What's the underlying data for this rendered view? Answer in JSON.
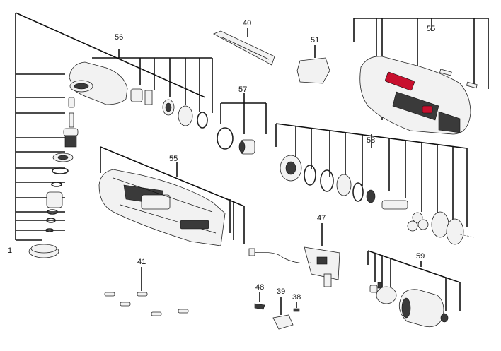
{
  "callouts": {
    "c1": "1",
    "c56": "56",
    "c40": "40",
    "c51": "51",
    "c55_top": "55",
    "c57": "57",
    "c58": "58",
    "c55_mid": "55",
    "c47": "47",
    "c41": "41",
    "c48": "48",
    "c39": "39",
    "c38": "38",
    "c59": "59"
  },
  "colors": {
    "brand_red": "#c8102e",
    "line": "#111111",
    "part_fill": "#f2f2f2"
  }
}
